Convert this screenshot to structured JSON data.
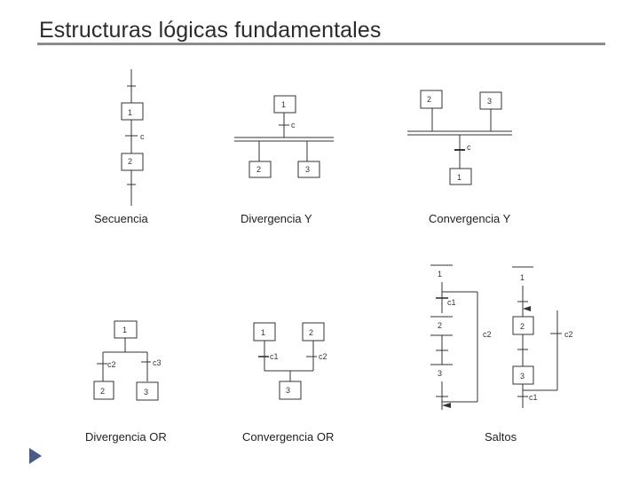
{
  "title": "Estructuras lógicas fundamentales",
  "captions": {
    "secuencia": "Secuencia",
    "divergencia_y": "Divergencia Y",
    "convergencia_y": "Convergencia Y",
    "divergencia_or": "Divergencia OR",
    "convergencia_or": "Convergencia OR",
    "saltos": "Saltos"
  },
  "labels": {
    "secuencia": {
      "step1": "1",
      "cond": "c",
      "step2": "2"
    },
    "divergencia_y": {
      "step1": "1",
      "cond": "c",
      "step2": "2",
      "step3": "3"
    },
    "convergencia_y": {
      "step2": "2",
      "step3": "3",
      "cond": "c",
      "step1": "1"
    },
    "divergencia_or": {
      "step1": "1",
      "cond2": "c2",
      "cond3": "c3",
      "step2": "2",
      "step3": "3"
    },
    "convergencia_or": {
      "step1": "1",
      "step2": "2",
      "cond1": "c1",
      "cond2": "c2",
      "step3": "3"
    },
    "saltos_left": {
      "step1": "1",
      "cond1": "c1",
      "step2": "2",
      "cond2": "c2",
      "step3": "3"
    },
    "saltos_right": {
      "step1": "1",
      "step2": "2",
      "cond2": "c2",
      "step3": "3",
      "cond1": "c1"
    }
  },
  "colors": {
    "line": "#333333",
    "title_rule": "#8c8c8c",
    "nav_arrow": "#4a5a8a"
  },
  "icons": {
    "nav": "play-triangle-icon"
  }
}
